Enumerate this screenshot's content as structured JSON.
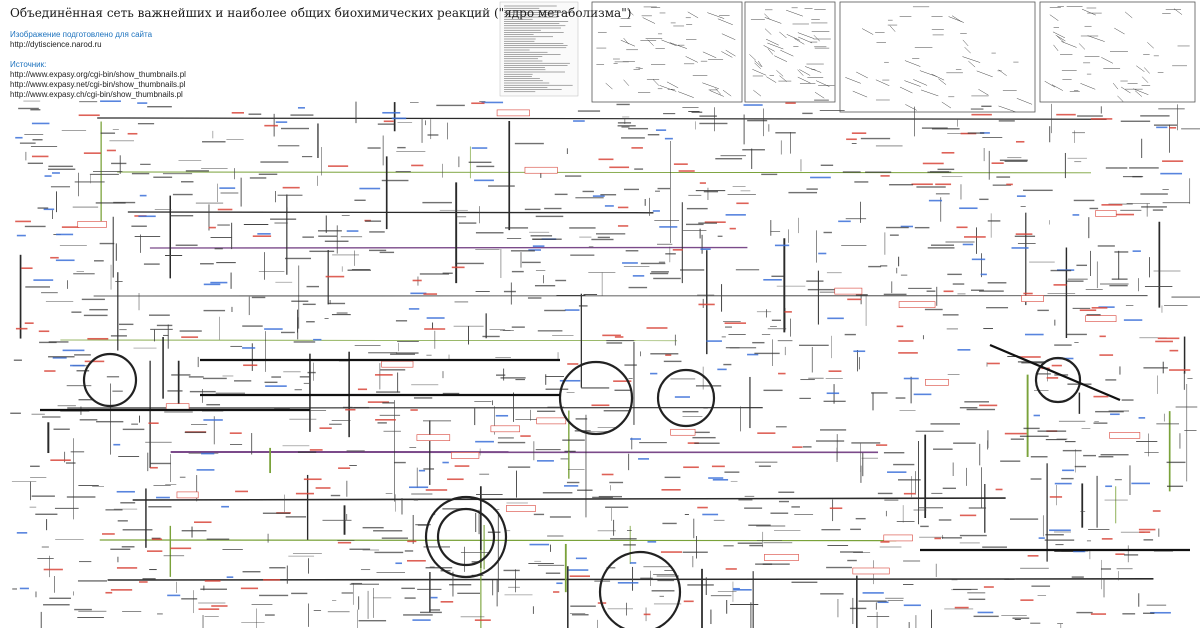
{
  "header": {
    "title": "Объединённая сеть важнейших и наиболее общих биохимических реакций (\"ядро метаболизма\")",
    "prepared_for_label": "Изображение подготовлено для сайта",
    "site_url": "http://dytiscience.narod.ru",
    "source_label": "Источник:",
    "source_urls": [
      "http://www.expasy.org/cgi-bin/show_thumbnails.pl",
      "http://www.expasy.net/cgi-bin/show_thumbnails.pl",
      "http://www.expasy.ch/cgi-bin/show_thumbnails.pl"
    ]
  },
  "colors": {
    "background": "#ffffff",
    "ink": "#2a2a2a",
    "enzyme_red": "#d8453a",
    "compound_blue": "#3a6fd8",
    "pathway_green": "#7aa23a",
    "link_blue": "#1e73be"
  }
}
